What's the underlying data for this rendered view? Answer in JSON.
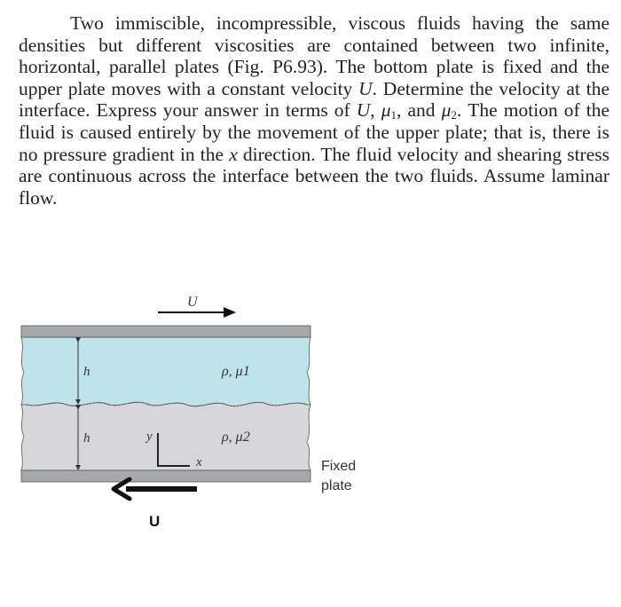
{
  "problem": {
    "s1": "Two immiscible, incompressible, viscous fluids having the same densities but different viscosities are contained between two infinite, horizontal, parallel plates (Fig. P6.93). The bottom plate is fixed and the upper plate moves with a constant velocity ",
    "U1": "U",
    "s2": ". Determine the velocity at the interface. Express your answer in terms of ",
    "U2": "U",
    "s3": ", ",
    "mu": "μ",
    "one": "1",
    "s4": ", and ",
    "mu_b": "μ",
    "two": "2",
    "s5": ". The motion of the fluid is caused entirely by the movement of the upper plate; that is, there is no pressure gradient in the ",
    "x": "x",
    "s6": " direction. The fluid velocity and shearing stress are continuous across the interface between the two fluids. Assume laminar flow."
  },
  "figure": {
    "top_velocity": "U",
    "upper_fluid": "ρ, μ1",
    "lower_fluid": "ρ, μ2",
    "upper_height": "h",
    "lower_height": "h",
    "y_axis": "y",
    "x_axis": "x",
    "fixed_plate_line1": "Fixed",
    "fixed_plate_line2": "plate",
    "bottom_velocity": "U",
    "colors": {
      "upper_fluid": "#bfe3eb",
      "lower_fluid": "#d7d7d9",
      "plate": "#a7a8aa",
      "arrow": "#111111"
    }
  }
}
